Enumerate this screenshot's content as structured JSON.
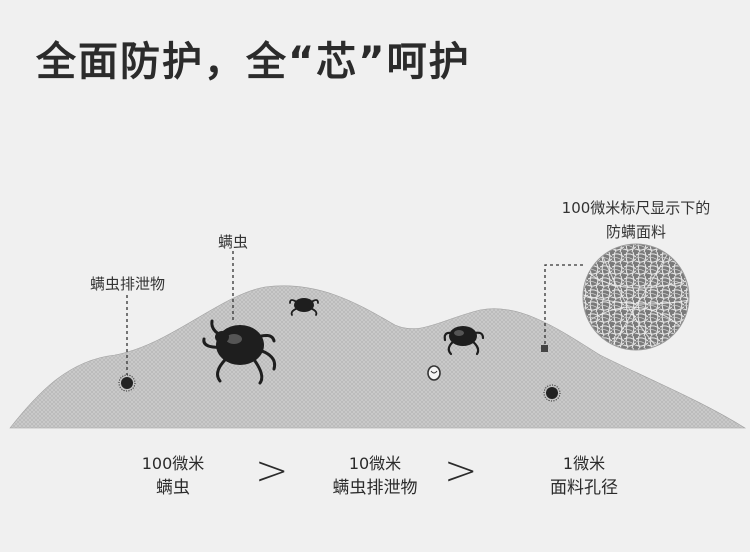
{
  "headline": "全面防护，全“芯”呵护",
  "callouts": {
    "mite": "螨虫",
    "mite_waste": "螨虫排泄物",
    "fabric_caption_line1": "100微米标尺显示下的",
    "fabric_caption_line2": "防螨面料"
  },
  "size_compare": [
    {
      "size": "100微米",
      "what": "螨虫"
    },
    {
      "size": "10微米",
      "what": "螨虫排泄物"
    },
    {
      "size": "1微米",
      "what": "面料孔径"
    }
  ],
  "separators": [
    ">",
    ">"
  ],
  "colors": {
    "background": "#f0f0f0",
    "mountain": "#b9b9b9",
    "text": "#2b2b2b",
    "mite": "#1e1e1e"
  }
}
